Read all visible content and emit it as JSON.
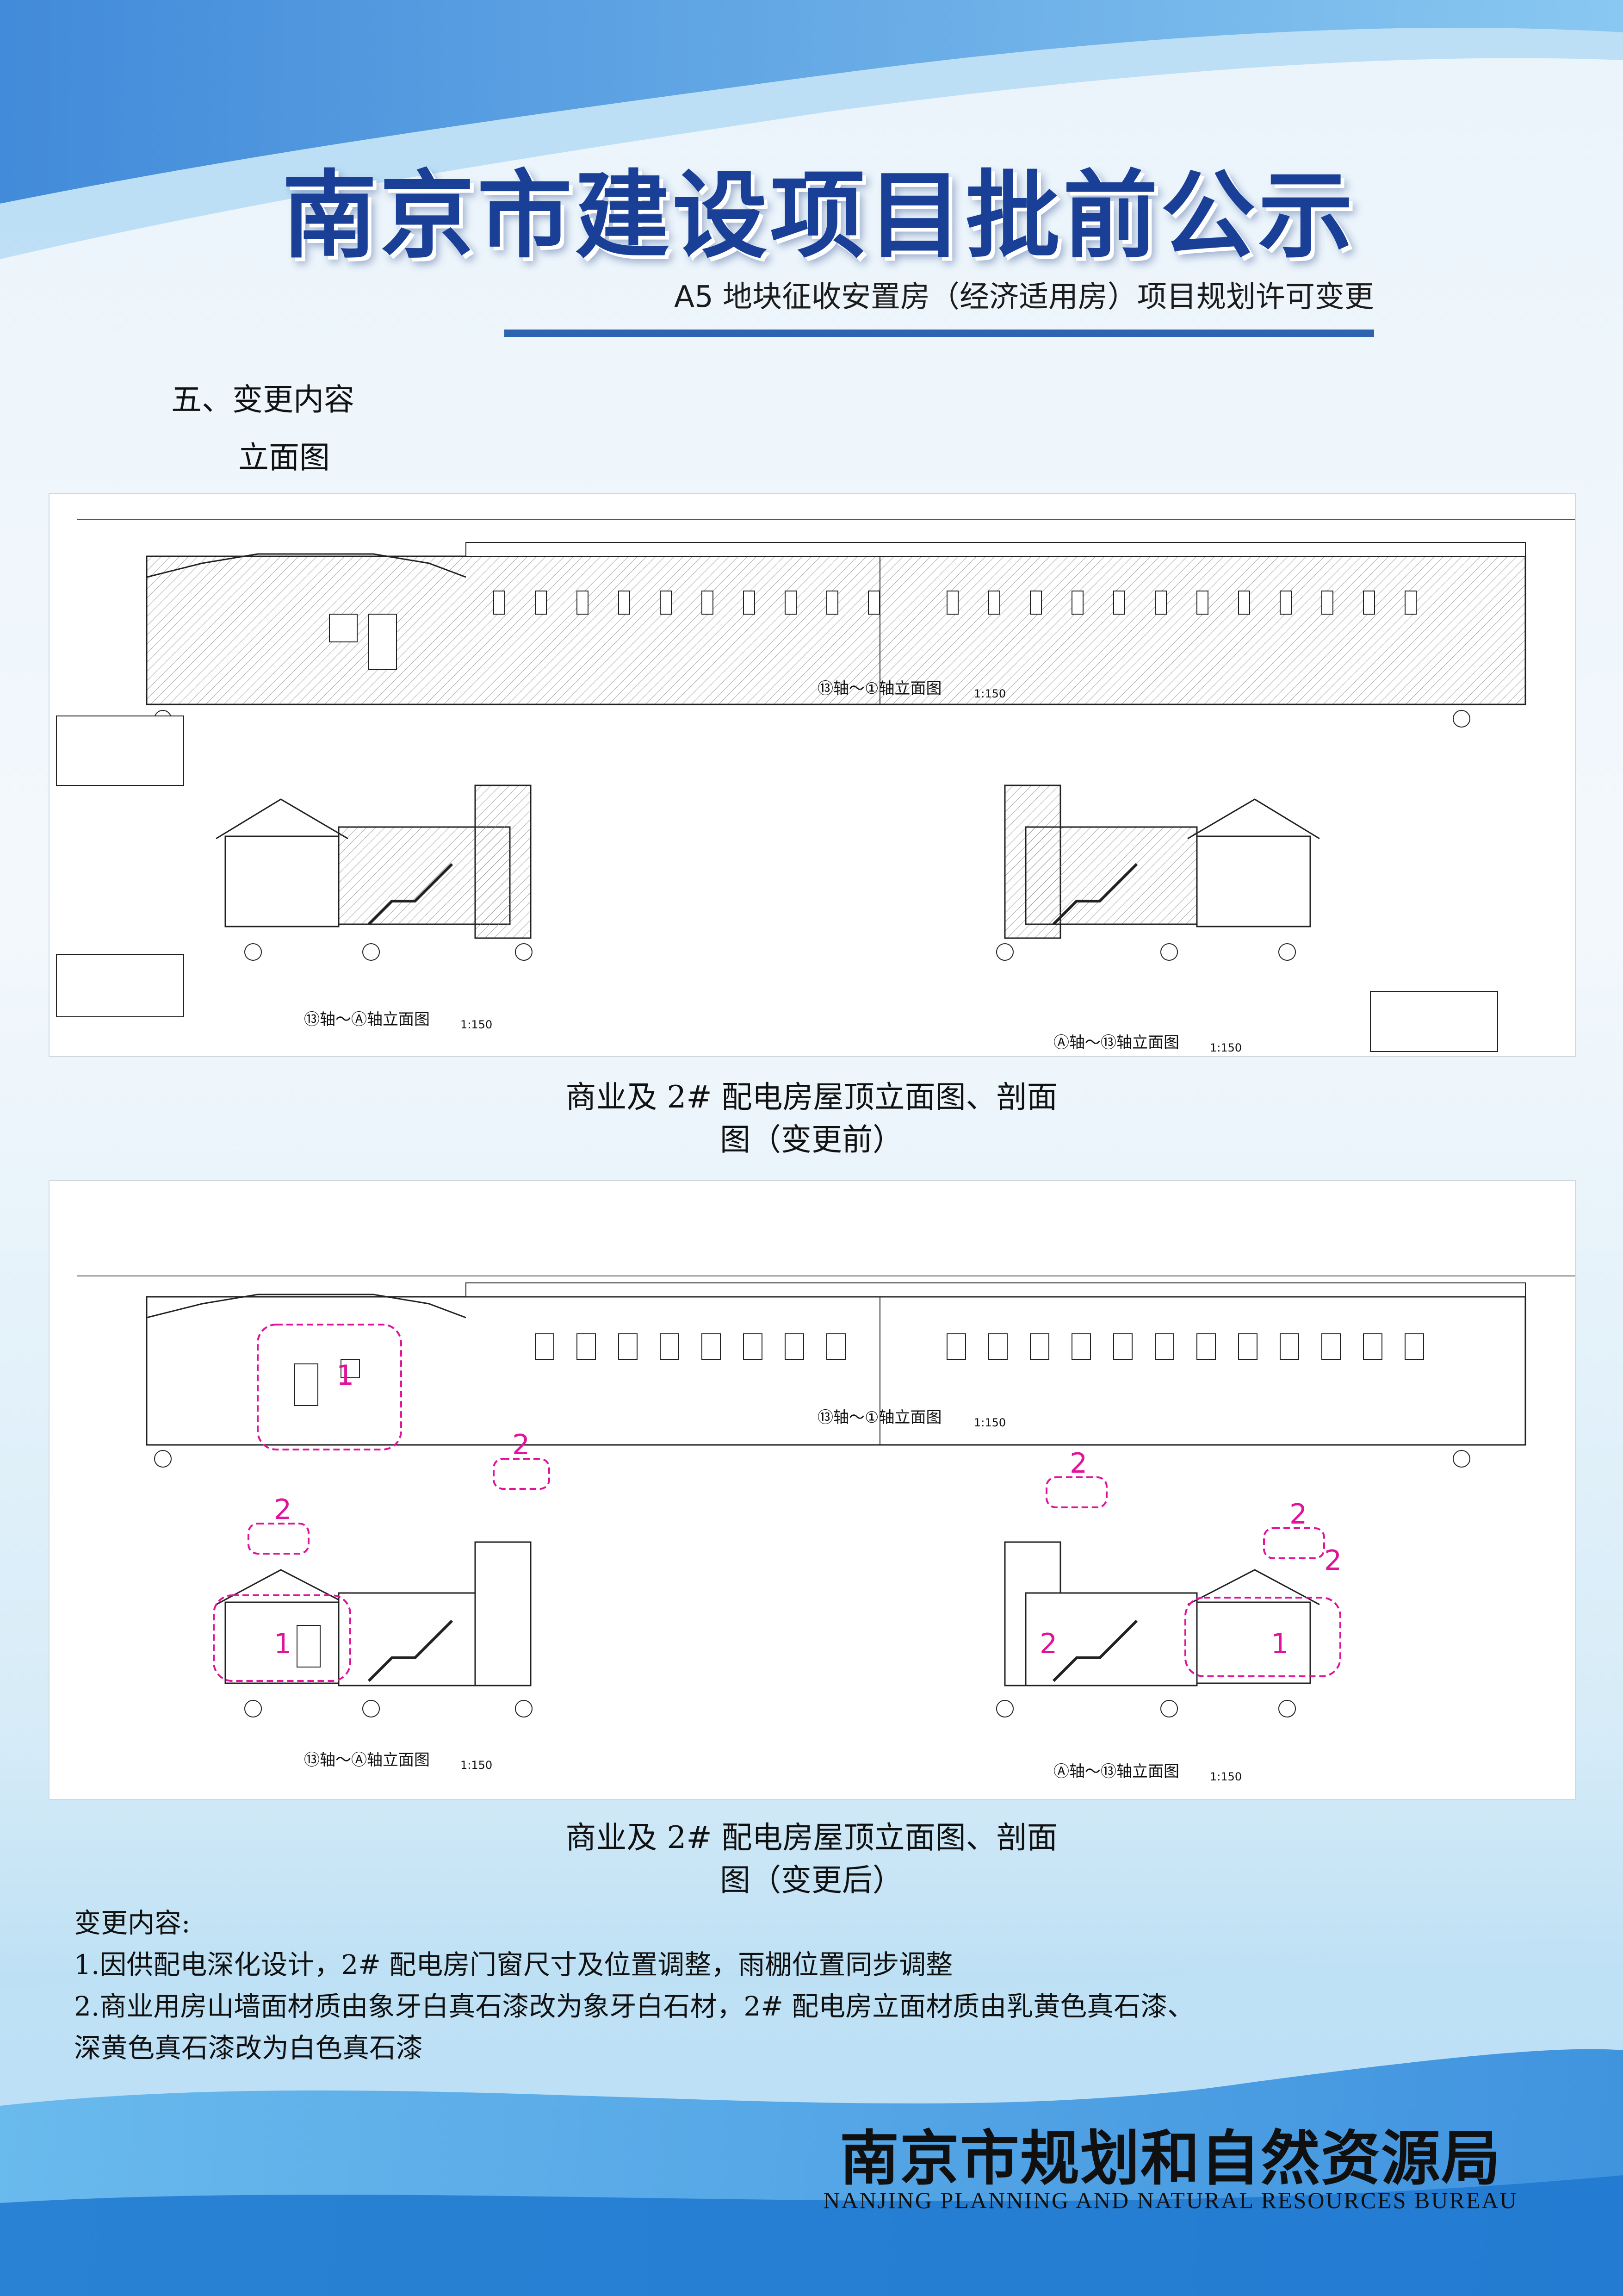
{
  "header": {
    "title": "南京市建设项目批前公示",
    "subtitle": "A5 地块征收安置房（经济适用房）项目规划许可变更"
  },
  "section": {
    "heading": "五、变更内容",
    "subheading": "立面图"
  },
  "drawing_before": {
    "top_view_label": "⑬轴～①轴立面图",
    "top_scale": "1:150",
    "left_view_label": "⑬轴～Ⓐ轴立面图",
    "left_scale": "1:150",
    "right_view_label": "Ⓐ轴～⑬轴立面图",
    "right_scale": "1:150",
    "caption_line1": "商业及 2# 配电房屋顶立面图、剖面",
    "caption_line2": "图（变更前）"
  },
  "drawing_after": {
    "top_view_label": "⑬轴～①轴立面图",
    "top_scale": "1:150",
    "left_view_label": "⑬轴～Ⓐ轴立面图",
    "left_scale": "1:150",
    "right_view_label": "Ⓐ轴～⑬轴立面图",
    "right_scale": "1:150",
    "markers": [
      "1",
      "2",
      "2",
      "2",
      "2",
      "1",
      "2",
      "2",
      "1"
    ],
    "caption_line1": "商业及 2# 配电房屋顶立面图、剖面",
    "caption_line2": "图（变更后）"
  },
  "notes": {
    "title": "变更内容:",
    "item1": "1.因供配电深化设计，2# 配电房门窗尺寸及位置调整，雨棚位置同步调整",
    "item2a": "2.商业用房山墙面材质由象牙白真石漆改为象牙白石材，2# 配电房立面材质由乳黄色真石漆、",
    "item2b": "深黄色真石漆改为白色真石漆"
  },
  "footer": {
    "name": "南京市规划和自然资源局",
    "name_en": "NANJING PLANNING AND NATURAL RESOURCES BUREAU"
  },
  "colors": {
    "title_blue": "#1a3f96",
    "rule_blue": "#2d63b0",
    "revision_magenta": "#e0139a"
  }
}
